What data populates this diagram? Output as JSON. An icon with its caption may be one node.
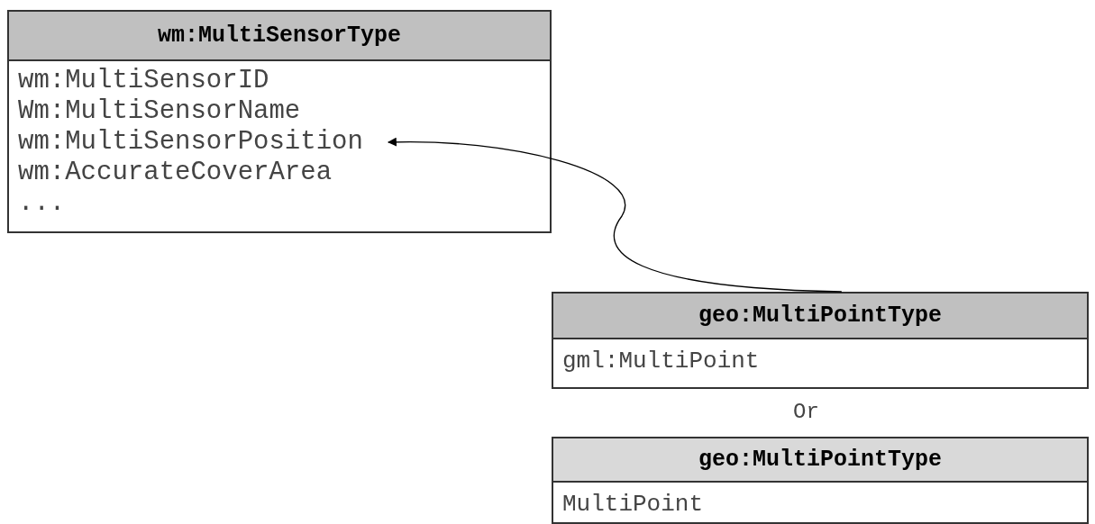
{
  "diagram": {
    "nodes": [
      {
        "text": [
          "wm:MultiSensorType",
          "wm:MultiSensorID",
          "Wm:MultiSensorName",
          "wm:MultiSensorPosition",
          "wm:AccurateCoverArea",
          "..."
        ]
      },
      {
        "text": [
          "geo:MultiPointType",
          "gml:MultiPoint"
        ]
      },
      {
        "text": [
          "geo:MultiPointType",
          "MultiPoint"
        ]
      }
    ],
    "edges": [
      {
        "from": 1,
        "to": 0,
        "arrow": "to"
      }
    ],
    "labels": [
      "Or"
    ]
  }
}
